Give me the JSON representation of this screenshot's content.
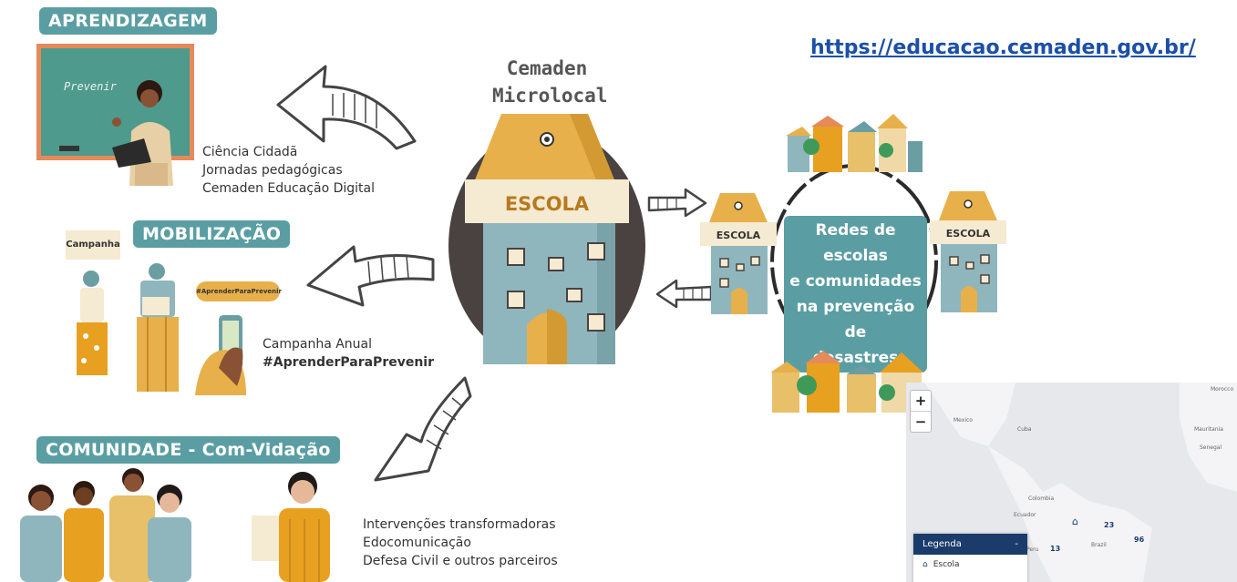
{
  "url": "https://educacao.cemaden.gov.br/",
  "center": {
    "title_line1": "Cemaden",
    "title_line2": "Microlocal",
    "school_sign": "ESCOLA"
  },
  "aprendizagem": {
    "badge": "APRENDIZAGEM",
    "board_text": "Prevenir",
    "items": [
      "Ciência Cidadã",
      "Jornadas pedagógicas",
      "Cemaden Educação Digital"
    ]
  },
  "mobilizacao": {
    "badge": "MOBILIZAÇÃO",
    "sign": "Campanha",
    "hashtag_bubble": "#AprenderParaPrevenir",
    "line1": "Campanha Anual",
    "line2": "#AprenderParaPrevenir"
  },
  "comunidade": {
    "badge": "COMUNIDADE -  Com-Vidação",
    "items": [
      "Intervenções transformadoras",
      "Edocomunicação",
      "Defesa Civil e outros parceiros"
    ]
  },
  "rede": {
    "left_school": "ESCOLA",
    "right_school": "ESCOLA",
    "lines": [
      "Redes de escolas",
      "e comunidades",
      "na prevenção de",
      "desastres"
    ]
  },
  "map": {
    "zoom_in": "+",
    "zoom_out": "−",
    "legend_title": "Legenda",
    "legend_toggle": "-",
    "legend_item": "Escola",
    "labels": [
      "Mexico",
      "Cuba",
      "Colombia",
      "Ecuador",
      "Peru",
      "Brazil",
      "Senegal",
      "Mauritania",
      "Morocco"
    ],
    "counts": [
      "23",
      "96",
      "13"
    ]
  },
  "colors": {
    "teal": "#5a9ea3",
    "roof": "#e8b04a",
    "wall": "#8fb6bd",
    "blue_link": "#1b4fa8"
  }
}
